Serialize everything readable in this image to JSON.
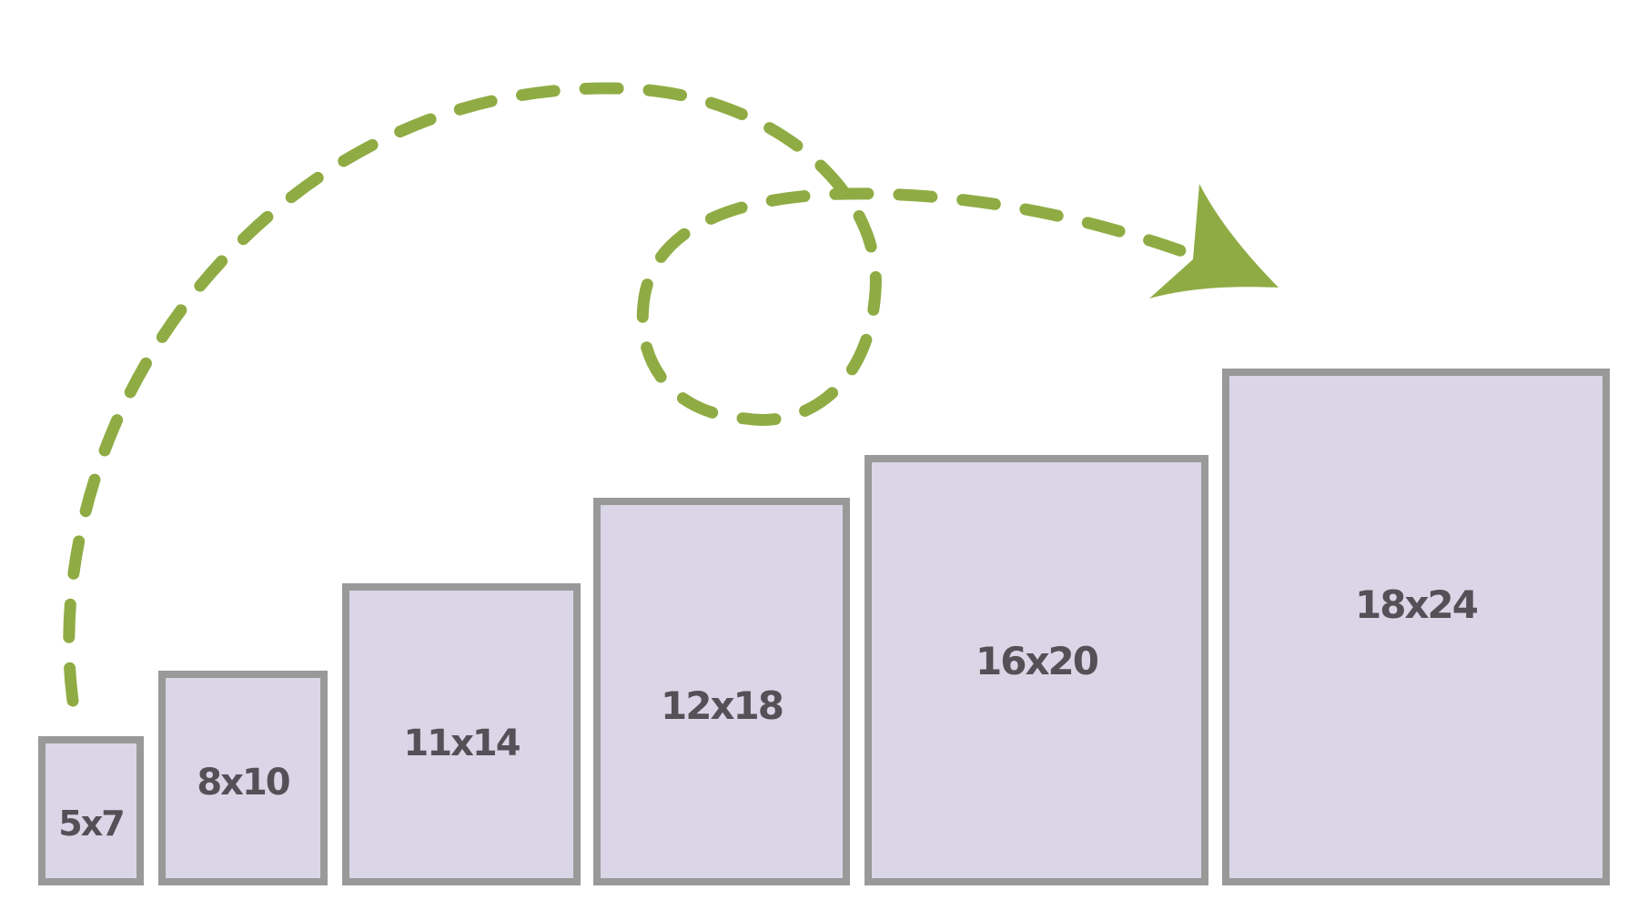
{
  "diagram": {
    "accent_color": "#8fac44",
    "frame_fill": "#dad6e7",
    "frame_border": "#999999",
    "label_color": "#545057",
    "arrow_icon": "dashed-loop-arrow-icon",
    "frames": [
      {
        "label": "5x7"
      },
      {
        "label": "8x10"
      },
      {
        "label": "11x14"
      },
      {
        "label": "12x18"
      },
      {
        "label": "16x20"
      },
      {
        "label": "18x24"
      }
    ]
  }
}
